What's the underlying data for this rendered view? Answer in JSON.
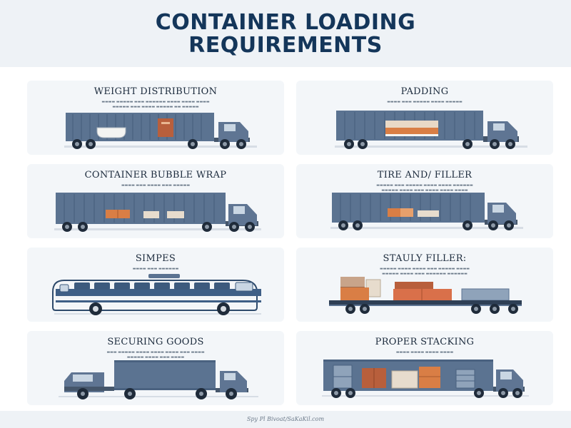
{
  "header": {
    "title_line1": "CONTAINER LOADING",
    "title_line2": "REQUIREMENTS"
  },
  "cards": [
    {
      "title": "WEIGHT DISTRIBUTION",
      "illustration": "container-truck-bathtub-box-icon"
    },
    {
      "title": "PADDING",
      "illustration": "container-truck-padded-crates-icon"
    },
    {
      "title": "CONTAINER BUBBLE WRAP",
      "illustration": "container-truck-wrapped-boxes-icon"
    },
    {
      "title": "TIRE AND/ FILLER",
      "illustration": "container-truck-filler-boxes-icon"
    },
    {
      "title": "SIMPES",
      "illustration": "bus-icon"
    },
    {
      "title": "STAULY FILLER:",
      "illustration": "flatbed-trailer-stacked-crates-icon"
    },
    {
      "title": "SECURING GOODS",
      "illustration": "box-truck-icon"
    },
    {
      "title": "PROPER STACKING",
      "illustration": "container-truck-stacked-cargo-icon"
    }
  ],
  "footer": {
    "text": "Spy Pl Bivoat/SaKaKil.com"
  },
  "colors": {
    "title": "#14365a",
    "header_bg": "#eef2f6",
    "card_bg": "#f3f6f9",
    "container": "#5b7391",
    "container_dark": "#4a6280",
    "cab": "#5f7593",
    "crate_orange": "#d97e45",
    "crate_brown": "#b85f3c",
    "wheel": "#1f2b3a"
  }
}
